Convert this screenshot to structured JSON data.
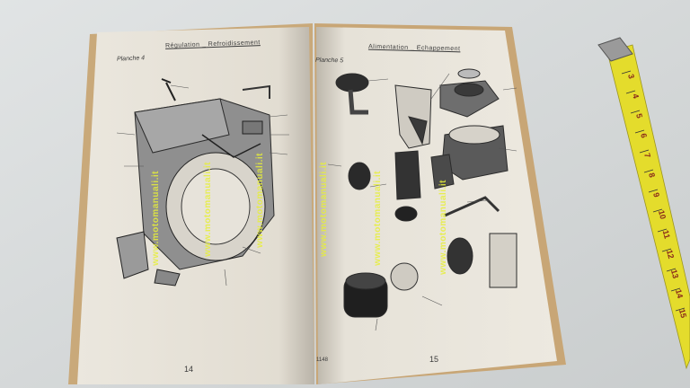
{
  "left_page": {
    "plate_label": "Planche 4",
    "title": "Régulation _ Refroidissement",
    "page_number": "14"
  },
  "right_page": {
    "plate_label": "Planche 5",
    "title": "Alimentation _ Echappement",
    "page_number": "15"
  },
  "gutter_mark": "1148",
  "watermark": "www.motomanuali.it",
  "tape_measure": {
    "numbers": [
      "3",
      "4",
      "5",
      "6",
      "7",
      "8",
      "9",
      "10",
      "11",
      "12",
      "13",
      "14",
      "15"
    ]
  },
  "colors": {
    "background": "#d9dcdc",
    "paper": "#e9e5dc",
    "cover": "#c9a97a",
    "tape": "#e4dc2c",
    "watermark": "#e7ef3a"
  }
}
